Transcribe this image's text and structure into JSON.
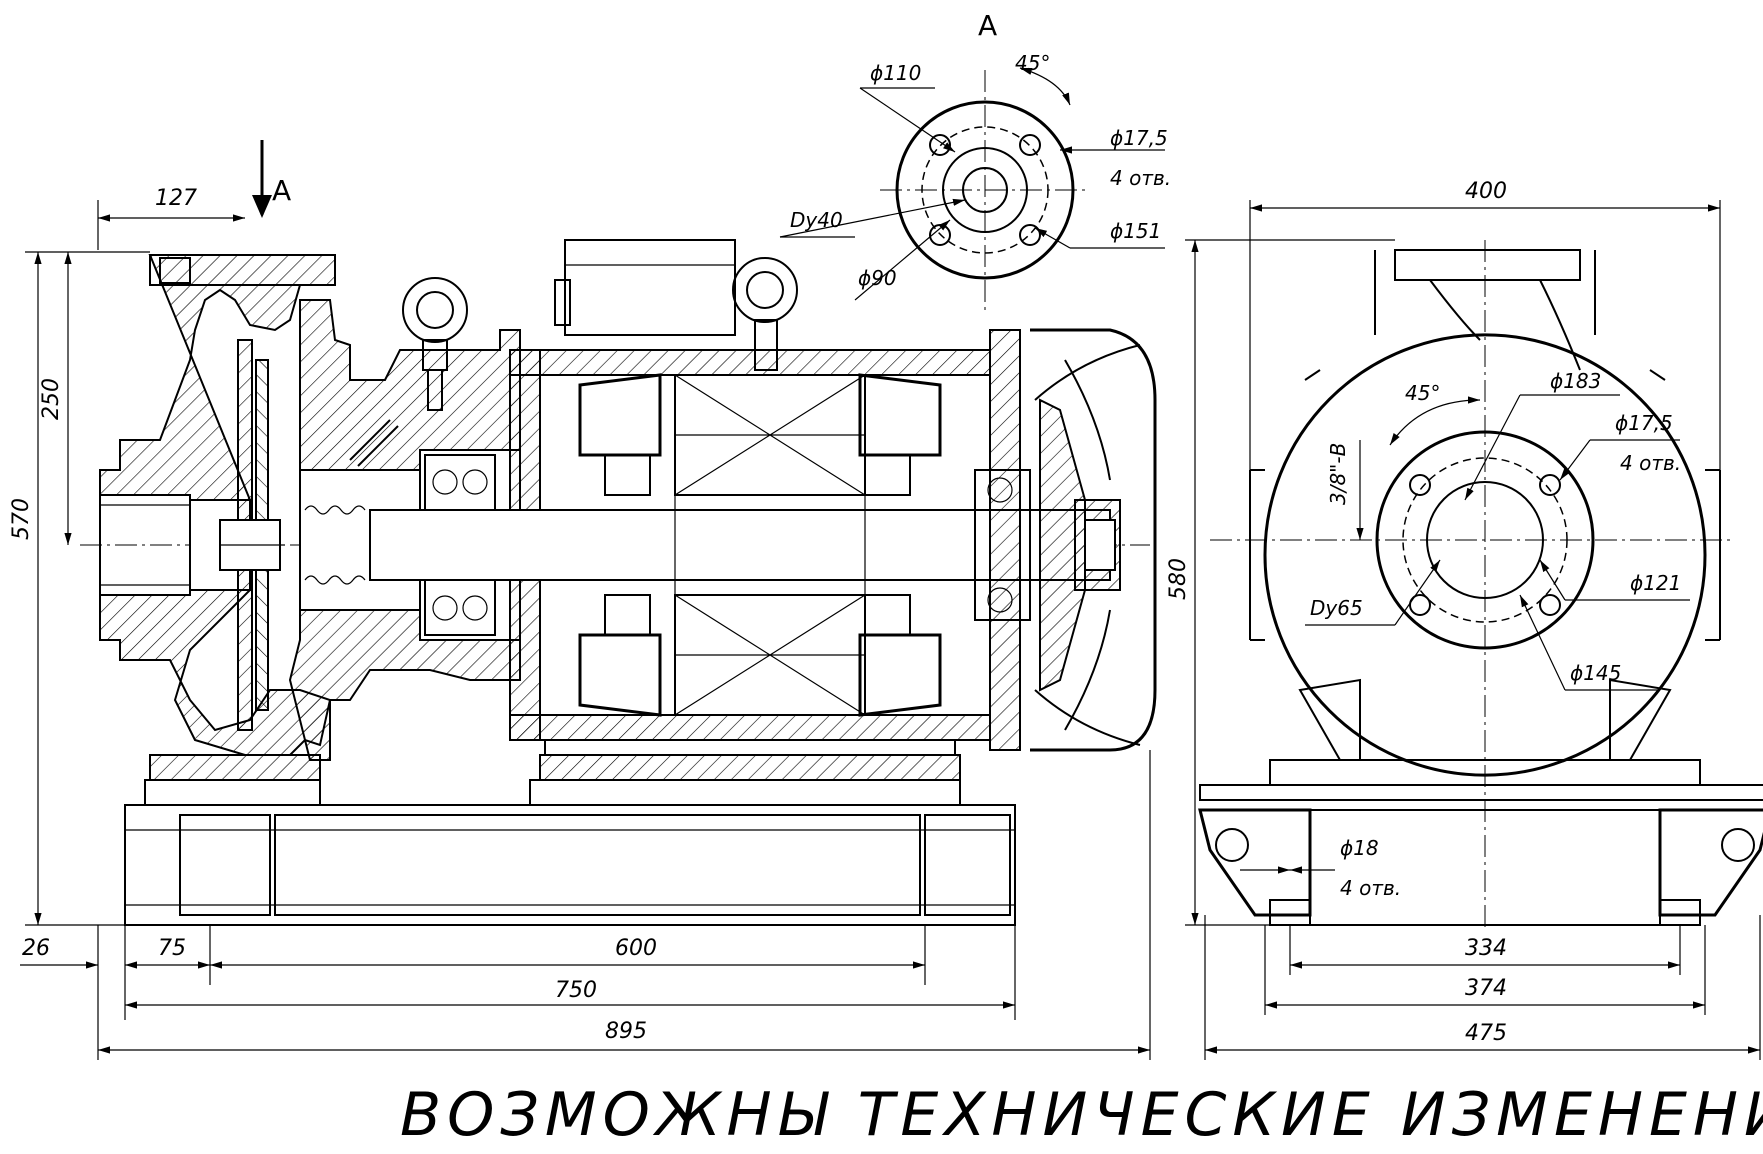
{
  "section_marker": "A",
  "footer_note": "ВОЗМОЖНЫ ТЕХНИЧЕСКИЕ ИЗМЕНЕНИЯ",
  "side_view": {
    "dim_127": "127",
    "dim_250": "250",
    "dim_570": "570",
    "dim_26": "26",
    "dim_75": "75",
    "dim_600": "600",
    "dim_750": "750",
    "dim_895": "895"
  },
  "flange_view_a": {
    "dia_110": "ϕ110",
    "angle_45": "45°",
    "dia_17_5": "ϕ17,5",
    "holes": "4 отв.",
    "dn_40": "Dy40",
    "dia_151": "ϕ151",
    "dia_90": "ϕ90"
  },
  "end_view": {
    "dim_400": "400",
    "dim_580": "580",
    "angle_45": "45°",
    "dia_183": "ϕ183",
    "dia_17_5": "ϕ17,5",
    "holes": "4 отв.",
    "thread": "3/8\"-B",
    "dia_121": "ϕ121",
    "dn_65": "Dy65",
    "dia_145": "ϕ145",
    "dia_18": "ϕ18",
    "base_holes": "4 отв.",
    "dim_334": "334",
    "dim_374": "374",
    "dim_475": "475"
  }
}
